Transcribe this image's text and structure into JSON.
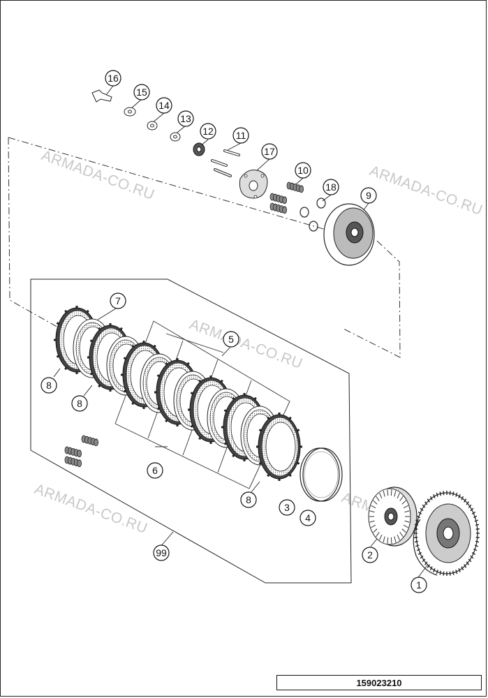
{
  "diagram_number": "159023210",
  "watermarks": [
    {
      "text": "ARMADA-CO.RU"
    },
    {
      "text": "ARMADA-CO.RU"
    },
    {
      "text": "ARMADA-CO.RU"
    },
    {
      "text": "ARMADA-CO.RU"
    },
    {
      "text": "ARMADA-CO.RU"
    }
  ],
  "callouts": [
    {
      "label": "16"
    },
    {
      "label": "15"
    },
    {
      "label": "14"
    },
    {
      "label": "13"
    },
    {
      "label": "12"
    },
    {
      "label": "11"
    },
    {
      "label": "17"
    },
    {
      "label": "10"
    },
    {
      "label": "18"
    },
    {
      "label": "9"
    },
    {
      "label": "7"
    },
    {
      "label": "5"
    },
    {
      "label": "8"
    },
    {
      "label": "8"
    },
    {
      "label": "6"
    },
    {
      "label": "8"
    },
    {
      "label": "3"
    },
    {
      "label": "4"
    },
    {
      "label": "2"
    },
    {
      "label": "1"
    },
    {
      "label": "99"
    }
  ]
}
